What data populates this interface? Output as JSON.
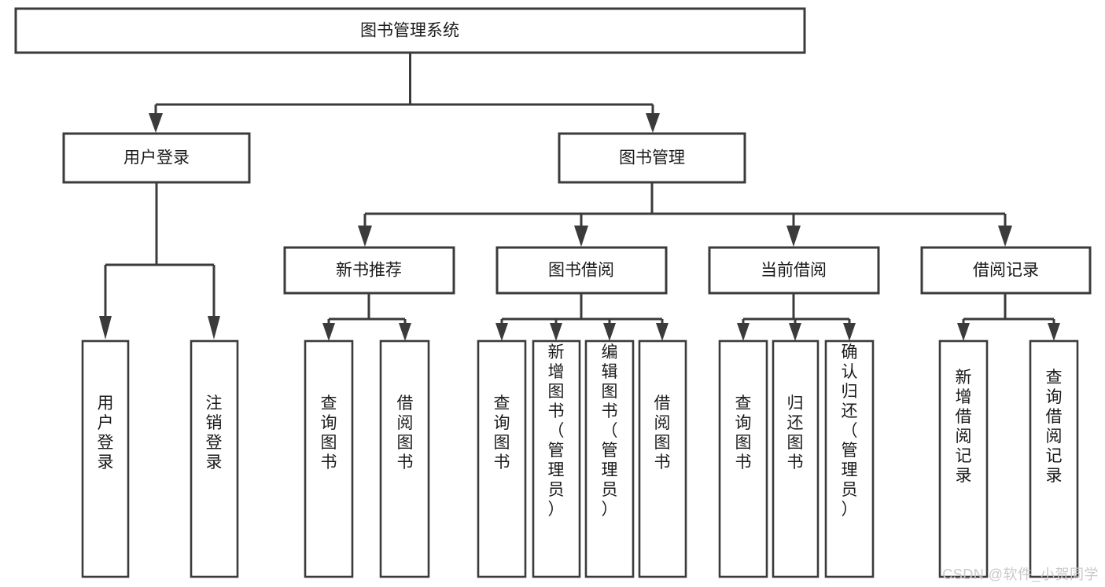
{
  "diagram": {
    "type": "tree",
    "title": "图书管理系统",
    "watermark": "CSDN @软件_小贺同学",
    "colors": {
      "stroke": "#3b3b3b",
      "fill": "#ffffff",
      "text": "#1a1a1a",
      "watermark": "#c9c9c9"
    },
    "levels": {
      "root": {
        "label": "图书管理系统"
      },
      "level2": [
        {
          "id": "user-login",
          "label": "用户登录"
        },
        {
          "id": "book-manage",
          "label": "图书管理"
        }
      ],
      "level3": [
        {
          "id": "new-book-recommend",
          "label": "新书推荐",
          "parent": "book-manage"
        },
        {
          "id": "book-borrow",
          "label": "图书借阅",
          "parent": "book-manage"
        },
        {
          "id": "current-borrow",
          "label": "当前借阅",
          "parent": "book-manage"
        },
        {
          "id": "borrow-record",
          "label": "借阅记录",
          "parent": "book-manage"
        }
      ],
      "leaves": [
        {
          "id": "leaf-user-login",
          "label": "用户登录",
          "parent": "user-login"
        },
        {
          "id": "leaf-logout",
          "label": "注销登录",
          "parent": "user-login"
        },
        {
          "id": "leaf-query-book-1",
          "label": "查询图书",
          "parent": "new-book-recommend"
        },
        {
          "id": "leaf-borrow-book-1",
          "label": "借阅图书",
          "parent": "new-book-recommend"
        },
        {
          "id": "leaf-query-book-2",
          "label": "查询图书",
          "parent": "book-borrow"
        },
        {
          "id": "leaf-add-book",
          "label": "新增图书（管理员）",
          "parent": "book-borrow"
        },
        {
          "id": "leaf-edit-book",
          "label": "编辑图书（管理员）",
          "parent": "book-borrow"
        },
        {
          "id": "leaf-borrow-book-2",
          "label": "借阅图书",
          "parent": "book-borrow"
        },
        {
          "id": "leaf-query-book-3",
          "label": "查询图书",
          "parent": "current-borrow"
        },
        {
          "id": "leaf-return-book",
          "label": "归还图书",
          "parent": "current-borrow"
        },
        {
          "id": "leaf-confirm-return",
          "label": "确认归还（管理员）",
          "parent": "current-borrow"
        },
        {
          "id": "leaf-add-record",
          "label": "新增借阅记录",
          "parent": "borrow-record"
        },
        {
          "id": "leaf-query-record",
          "label": "查询借阅记录",
          "parent": "borrow-record"
        }
      ]
    }
  }
}
